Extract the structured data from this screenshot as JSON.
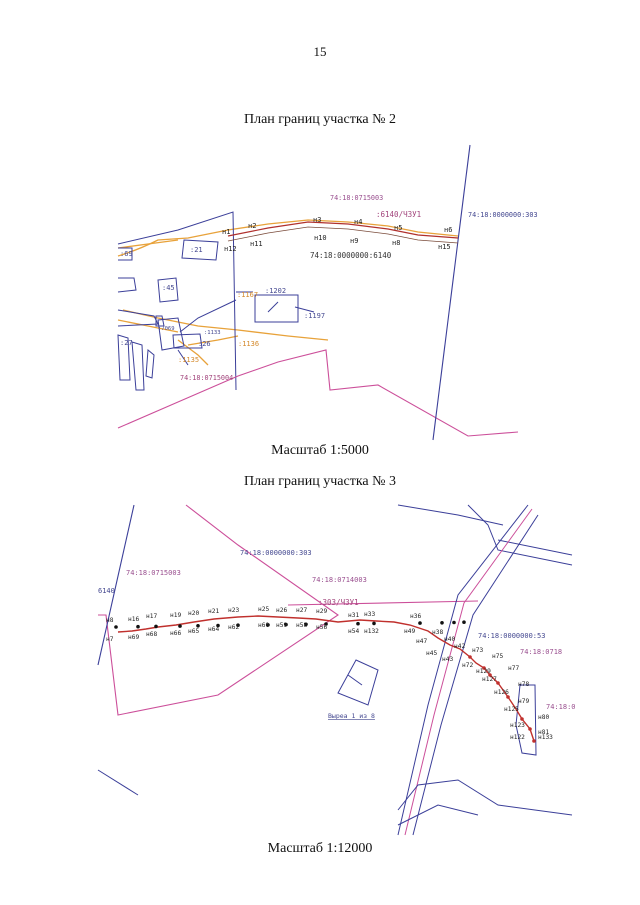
{
  "page_number": "15",
  "plan2": {
    "title": "План границ участка № 2",
    "scale": "Масштаб 1:5000",
    "parcel_labels": {
      "quarter_top": "74:18:0715003",
      "quarter_right": "74:18:0000000:303",
      "zu": ":6140/ЧЗУ1",
      "parcel_main": "74:18:0000000:6140",
      "quarter_bottom": "74:18:0715004",
      "p21": ":21",
      "p69": ":69",
      "p45": ":45",
      "p27": ":27",
      "p1167": ":1167",
      "p1202": ":1202",
      "p1197": ":1197",
      "p1133": ":1133",
      "p7069": ":7069",
      "p26": ":26",
      "p1135": ":1135",
      "p1136": ":1136"
    },
    "points_top": [
      "н1",
      "н2",
      "н3",
      "н4",
      "н5",
      "н6"
    ],
    "points_bottom": [
      "н12",
      "н11",
      "н10",
      "н9",
      "н8",
      "н15"
    ]
  },
  "plan3": {
    "title": "План границ участка № 3",
    "scale": "Масштаб 1:12000",
    "parcel_labels": {
      "p6140": "6140",
      "q0715003": "74:18:0715003",
      "p303": "74:18:0000000:303",
      "q0714003": "74:18:0714003",
      "zu": ":303/ЧЗУ1",
      "p53": "74:18:0000000:53",
      "q0718": "74:18:0718",
      "q_right": "74:18:0",
      "extract": "Выреа 1 из 8"
    },
    "points_top": [
      "н8",
      "н16",
      "н17",
      "н19",
      "н20",
      "н21",
      "н23",
      "н25",
      "н26",
      "н27",
      "н29",
      "н31",
      "н33",
      "н36",
      "н38",
      "н40",
      "н42"
    ],
    "points_bottom": [
      "н7",
      "н69",
      "н68",
      "н66",
      "н65",
      "н64",
      "н62",
      "н60",
      "н59",
      "н58",
      "н56",
      "н54",
      "н132",
      "н49",
      "н47",
      "н45",
      "н43"
    ],
    "points_east": [
      "н73",
      "н75",
      "н72",
      "н129",
      "н77",
      "н127",
      "н78",
      "н126",
      "н79",
      "н125",
      "н80",
      "н123",
      "н81",
      "н122",
      "н133"
    ]
  }
}
